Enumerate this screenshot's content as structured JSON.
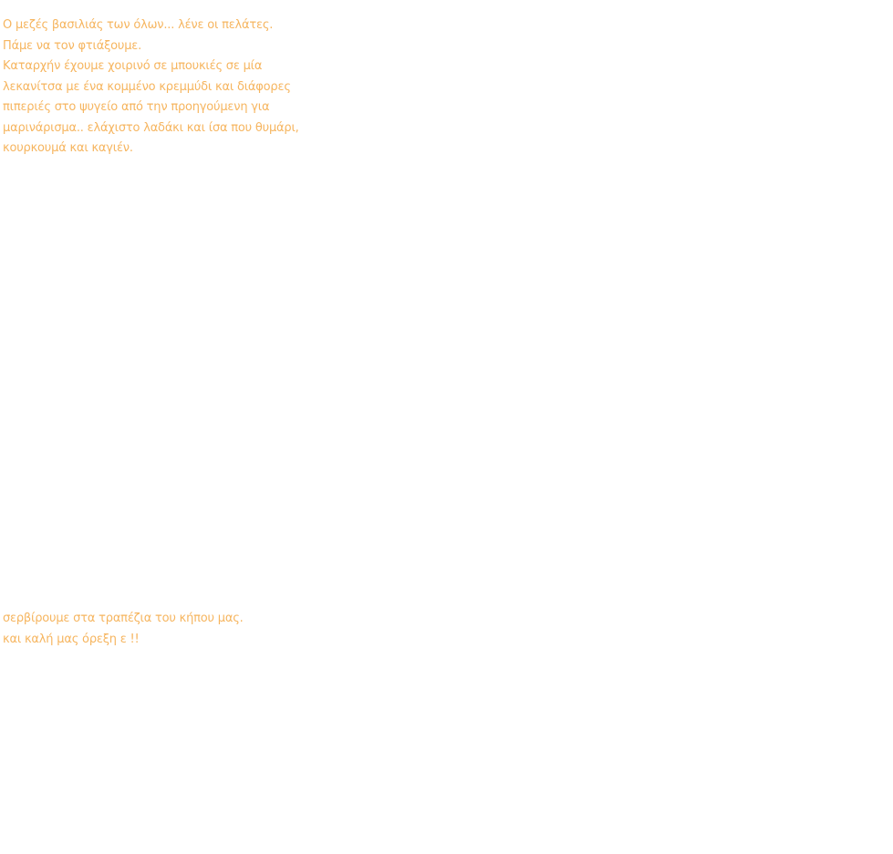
{
  "colors": {
    "text": "#f6b55f",
    "background": "#ffffff"
  },
  "intro": {
    "lines": [
      "Ο μεζές βασιλιάς των όλων... λένε οι πελάτες.",
      "Πάμε να τον φτιάξουμε.",
      "Καταρχήν έχουμε χοιρινό σε μπουκιές σε μία",
      "λεκανίτσα με ένα κομμένο κρεμμύδι και διάφορες",
      "πιπεριές στο ψυγείο από την προηγούμενη για",
      "μαρινάρισμα.. ελάχιστο λαδάκι και ίσα που θυμάρι,",
      "κουρκουμά και καγιέν."
    ]
  },
  "outro": {
    "lines": [
      "σερβίρουμε στα τραπέζια του κήπου μας.",
      "και καλή μας όρεξη ε !!"
    ]
  }
}
